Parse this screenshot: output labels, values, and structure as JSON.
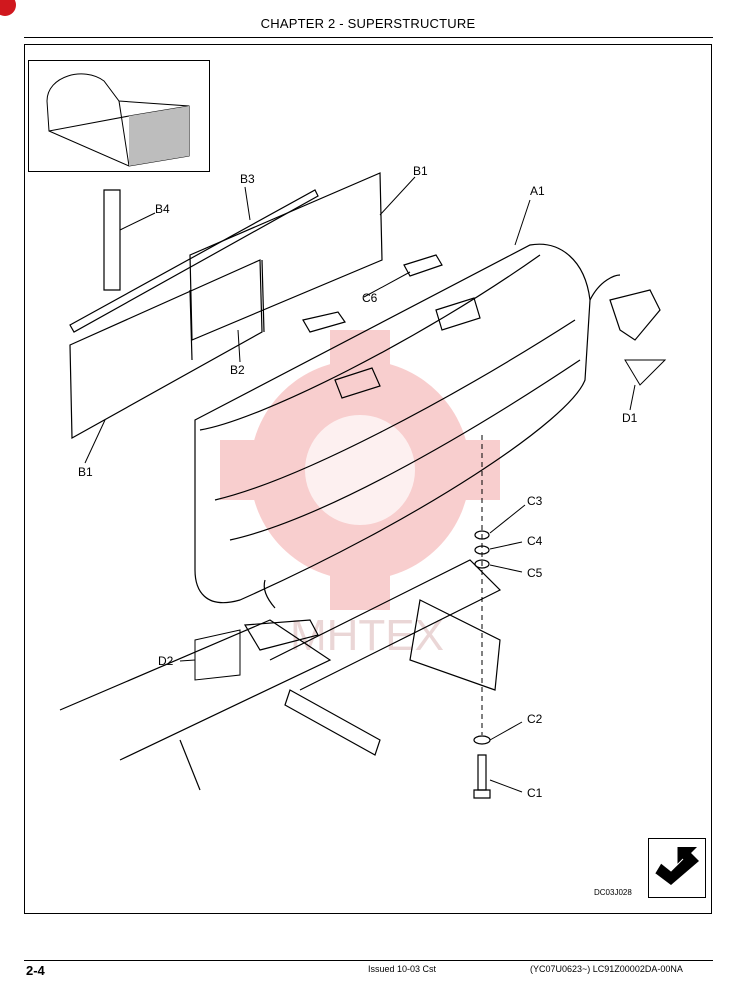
{
  "header": {
    "chapter_title": "CHAPTER 2 - SUPERSTRUCTURE"
  },
  "callouts": {
    "a1": "A1",
    "b1_top": "B1",
    "b1_bottom": "B1",
    "b2": "B2",
    "b3": "B3",
    "b4": "B4",
    "c1": "C1",
    "c2": "C2",
    "c3": "C3",
    "c4": "C4",
    "c5": "C5",
    "c6": "C6",
    "d1": "D1",
    "d2": "D2"
  },
  "figure": {
    "reference_code": "DC03J028",
    "watermark_text": "MHTEX"
  },
  "footer": {
    "page_number": "2-4",
    "issued": "Issued 10-03   Cst",
    "document_id": "(YC07U0623~)   LC91Z00002DA-00NA"
  },
  "colors": {
    "watermark": "#f4a7a7",
    "corner_tab": "#d0181e",
    "line": "#000000"
  },
  "icons": {
    "nav_arrow": "curved-arrow-icon"
  }
}
